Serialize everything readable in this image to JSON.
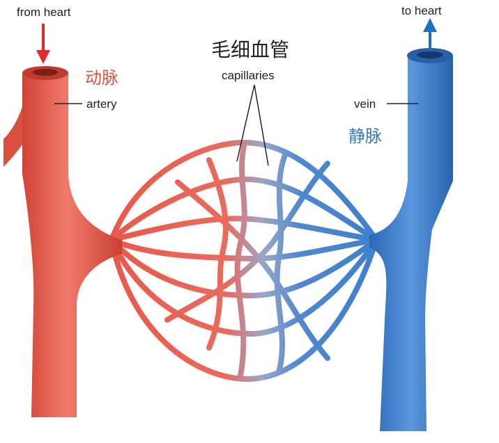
{
  "labels": {
    "from_heart": "from heart",
    "to_heart": "to heart",
    "artery_zh": "动脉",
    "artery_en": "artery",
    "capillaries_zh": "毛细血管",
    "capillaries_en": "capillaries",
    "vein_en": "vein",
    "vein_zh": "静脉"
  },
  "colors": {
    "artery": "#e8584a",
    "vein": "#3f7fcc",
    "artery_label": "#e0523f",
    "vein_label": "#3578c4",
    "arrow_in": "#e02a2a",
    "arrow_out": "#1f6fc2",
    "text": "#222222"
  }
}
